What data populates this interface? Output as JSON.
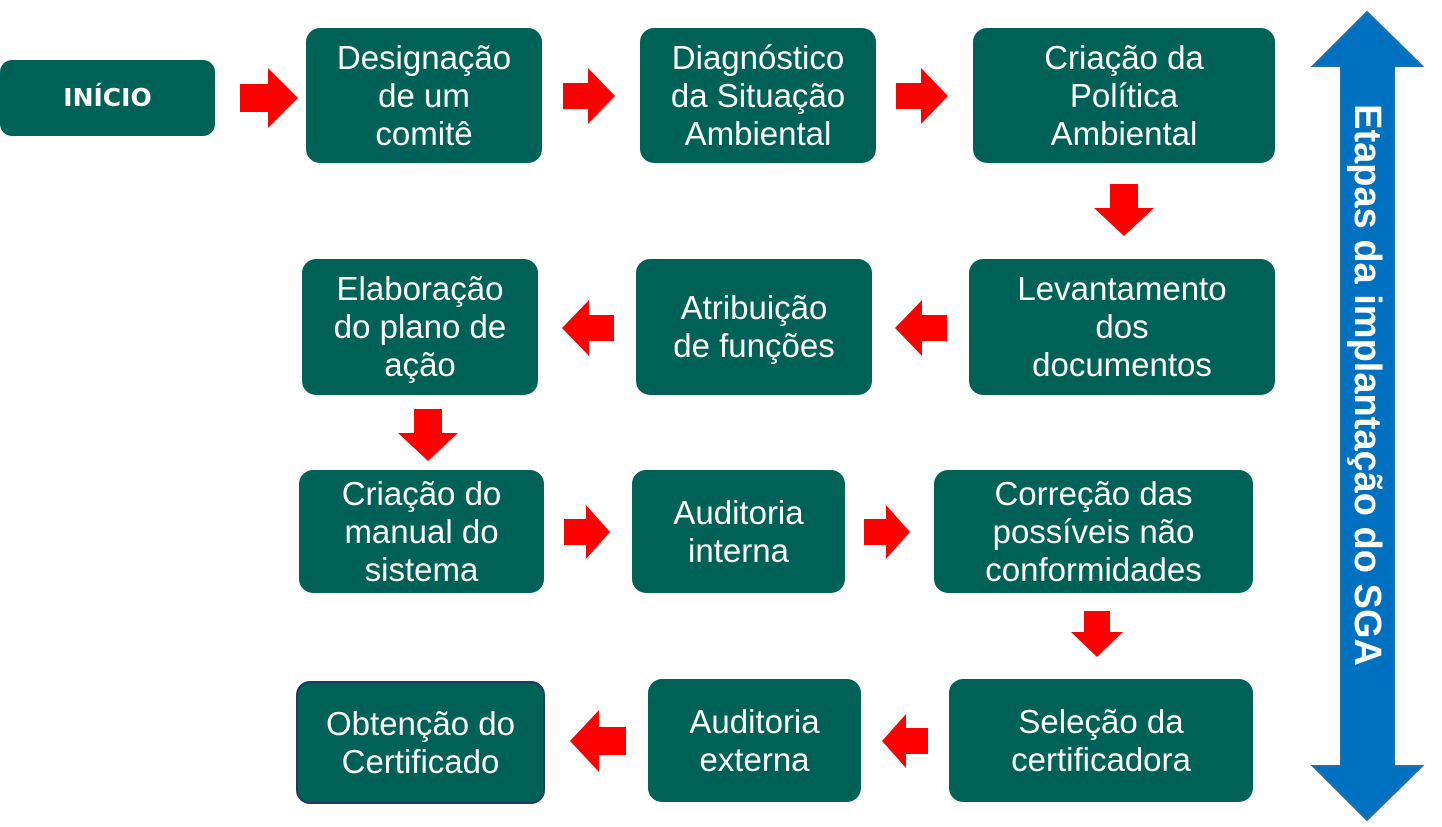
{
  "colors": {
    "box_fill": "#006157",
    "box_outline": "#1f3864",
    "arrow_red": "#ff0000",
    "side_arrow_blue": "#0070c0"
  },
  "steps": {
    "inicio": "INÍCIO",
    "designacao": "Designação\nde um\ncomitê",
    "diagnostico": "Diagnóstico\nda Situação\nAmbiental",
    "criacao_politica": "Criação da\nPolítica\nAmbiental",
    "levantamento": "Levantamento\ndos\ndocumentos",
    "atribuicao": "Atribuição\nde funções",
    "elaboracao": "Elaboração\ndo plano de\nação",
    "criacao_manual": "Criação do\nmanual do\nsistema",
    "auditoria_interna": "Auditoria\ninterna",
    "correcao": "Correção das\npossíveis não\nconformidades",
    "selecao": "Seleção da\ncertificadora",
    "auditoria_externa": "Auditoria\nexterna",
    "obtencao": "Obtenção do\nCertificado"
  },
  "side_label": "Etapas da implantação do SGA"
}
